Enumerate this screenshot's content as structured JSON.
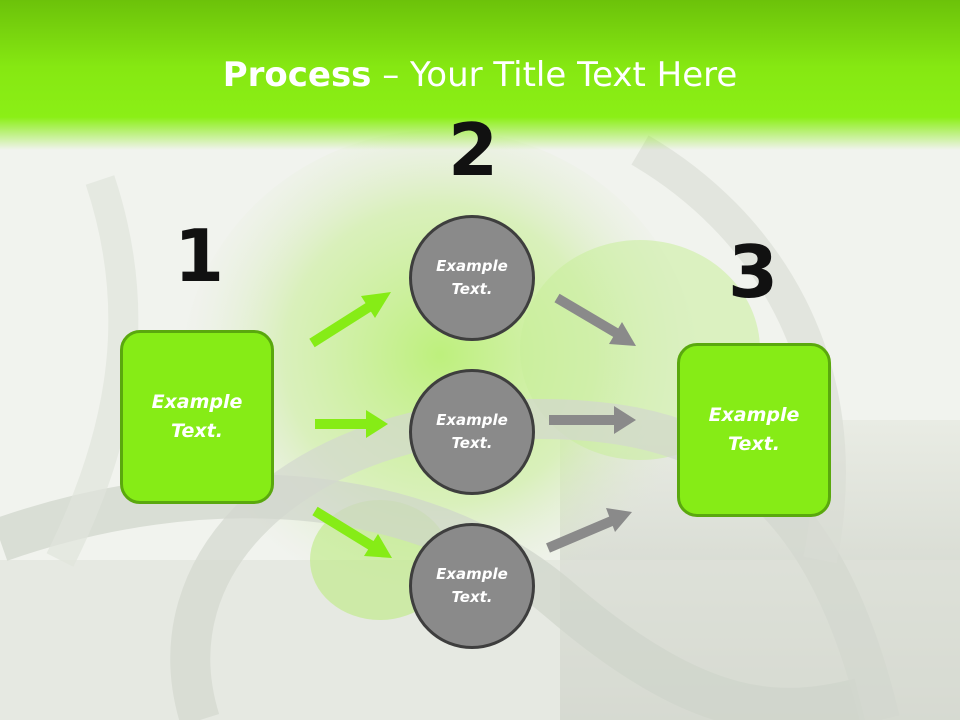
{
  "slide": {
    "title_bold": "Process",
    "title_rest": " – Your Title Text Here",
    "steps": [
      {
        "number": "1"
      },
      {
        "number": "2"
      },
      {
        "number": "3"
      }
    ],
    "left_box": {
      "text": "Example Text."
    },
    "right_box": {
      "text": "Example Text."
    },
    "circles": [
      {
        "text": "Example Text."
      },
      {
        "text": "Example Text."
      },
      {
        "text": "Example Text."
      }
    ]
  },
  "colors": {
    "header_green": "#86e812",
    "box_green": "#86ec16",
    "box_border": "#5aa80e",
    "circle_gray": "#8a8a8a",
    "circle_border": "#3e3e3e",
    "arrow_green": "#86ec16",
    "arrow_gray": "#8a8a8a"
  },
  "icons": {
    "arrow_in": "arrow-right-icon",
    "arrow_out": "arrow-right-icon"
  }
}
